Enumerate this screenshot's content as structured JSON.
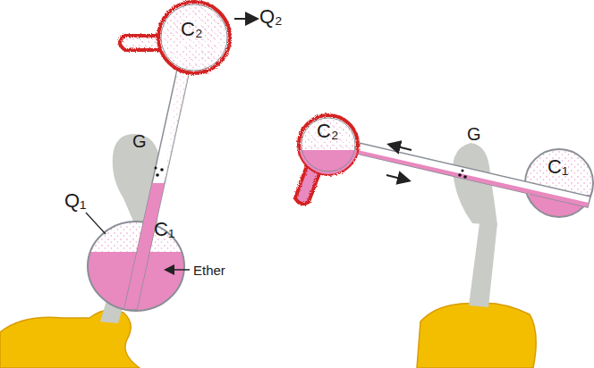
{
  "diagram": {
    "labels": [
      "C₂",
      "Q₂",
      "G",
      "Q₁",
      "C₁",
      "Ether",
      "C₂",
      "G",
      "C₁"
    ]
  }
}
